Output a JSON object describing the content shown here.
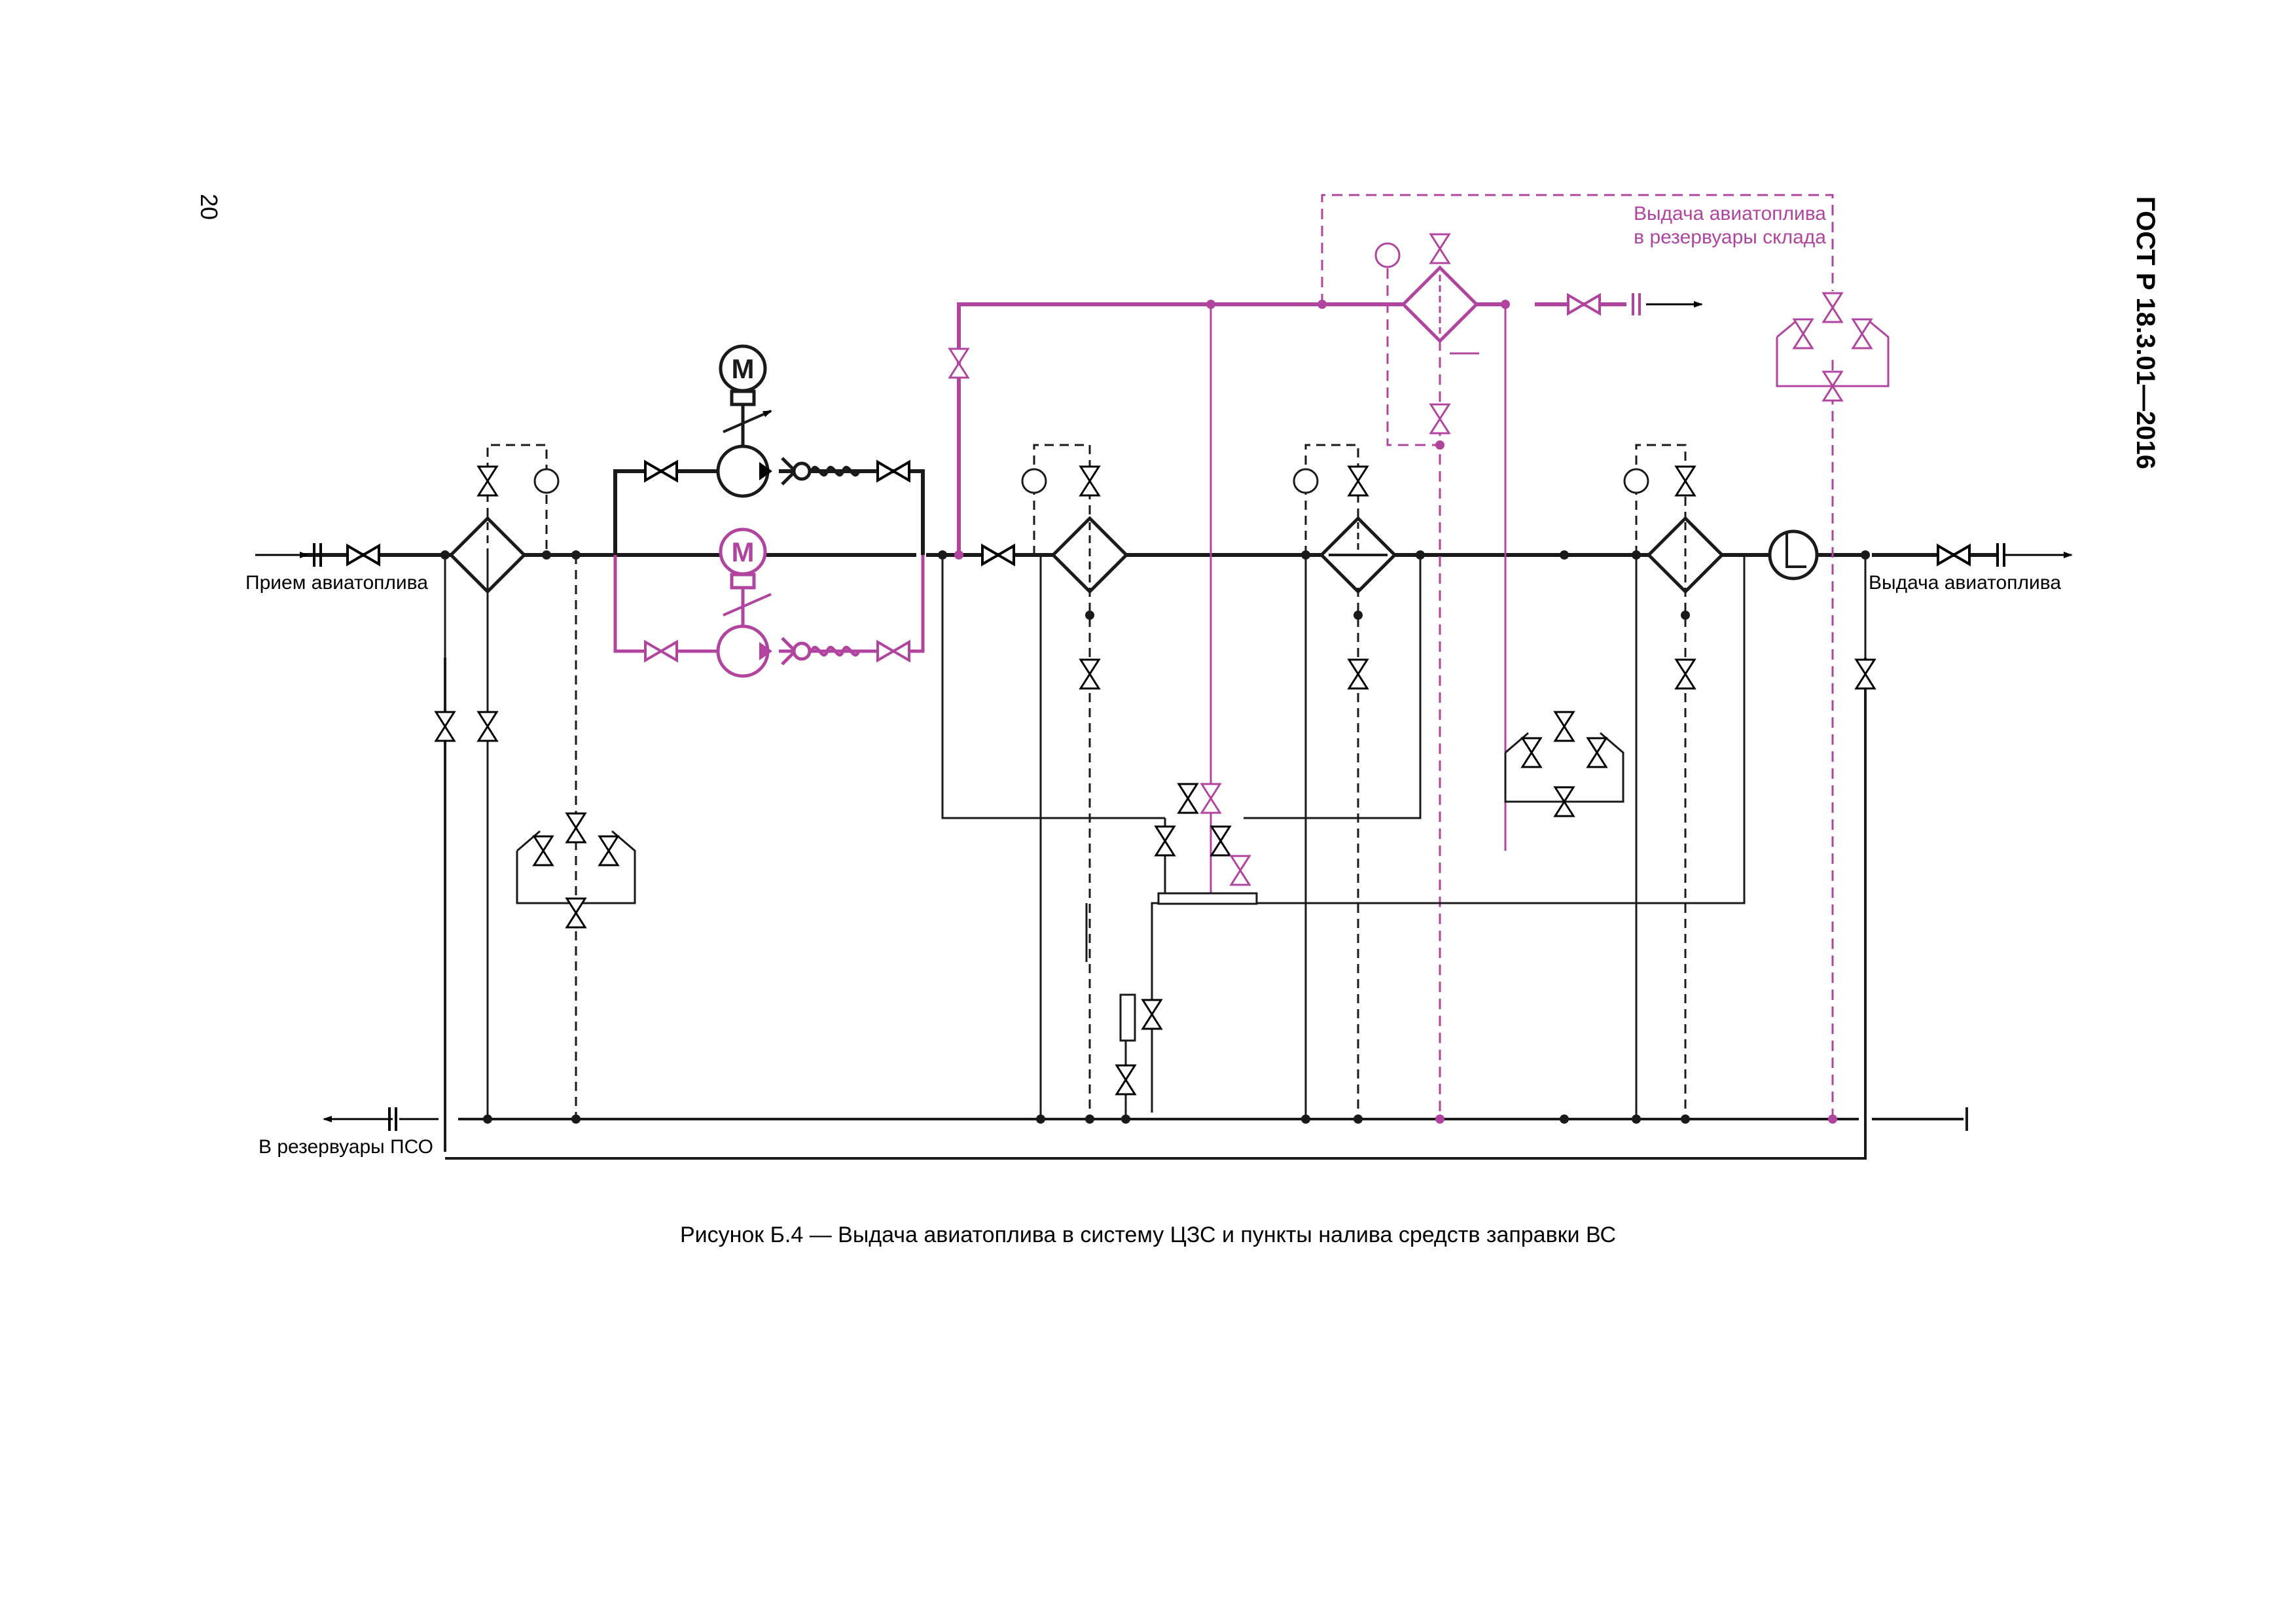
{
  "page": {
    "number": "20",
    "standard": "ГОСТ Р 18.3.01—2016"
  },
  "figure": {
    "caption": "Рисунок Б.4 — Выдача авиатоплива в систему ЦЗС и пункты налива средств заправки ВС"
  },
  "diagram": {
    "labels": {
      "inlet": "Прием авиатоплива",
      "outlet": "Выдача авиатоплива",
      "drain": "В резервуары ПСО",
      "storage_line1": "Выдача авиатоплива",
      "storage_line2": "в резервуары склада"
    },
    "equipment": {
      "motor_symbol": "М"
    },
    "colors": {
      "main_line": "#1a1a1a",
      "highlight_line": "#b0449f",
      "text": "#000000"
    }
  }
}
